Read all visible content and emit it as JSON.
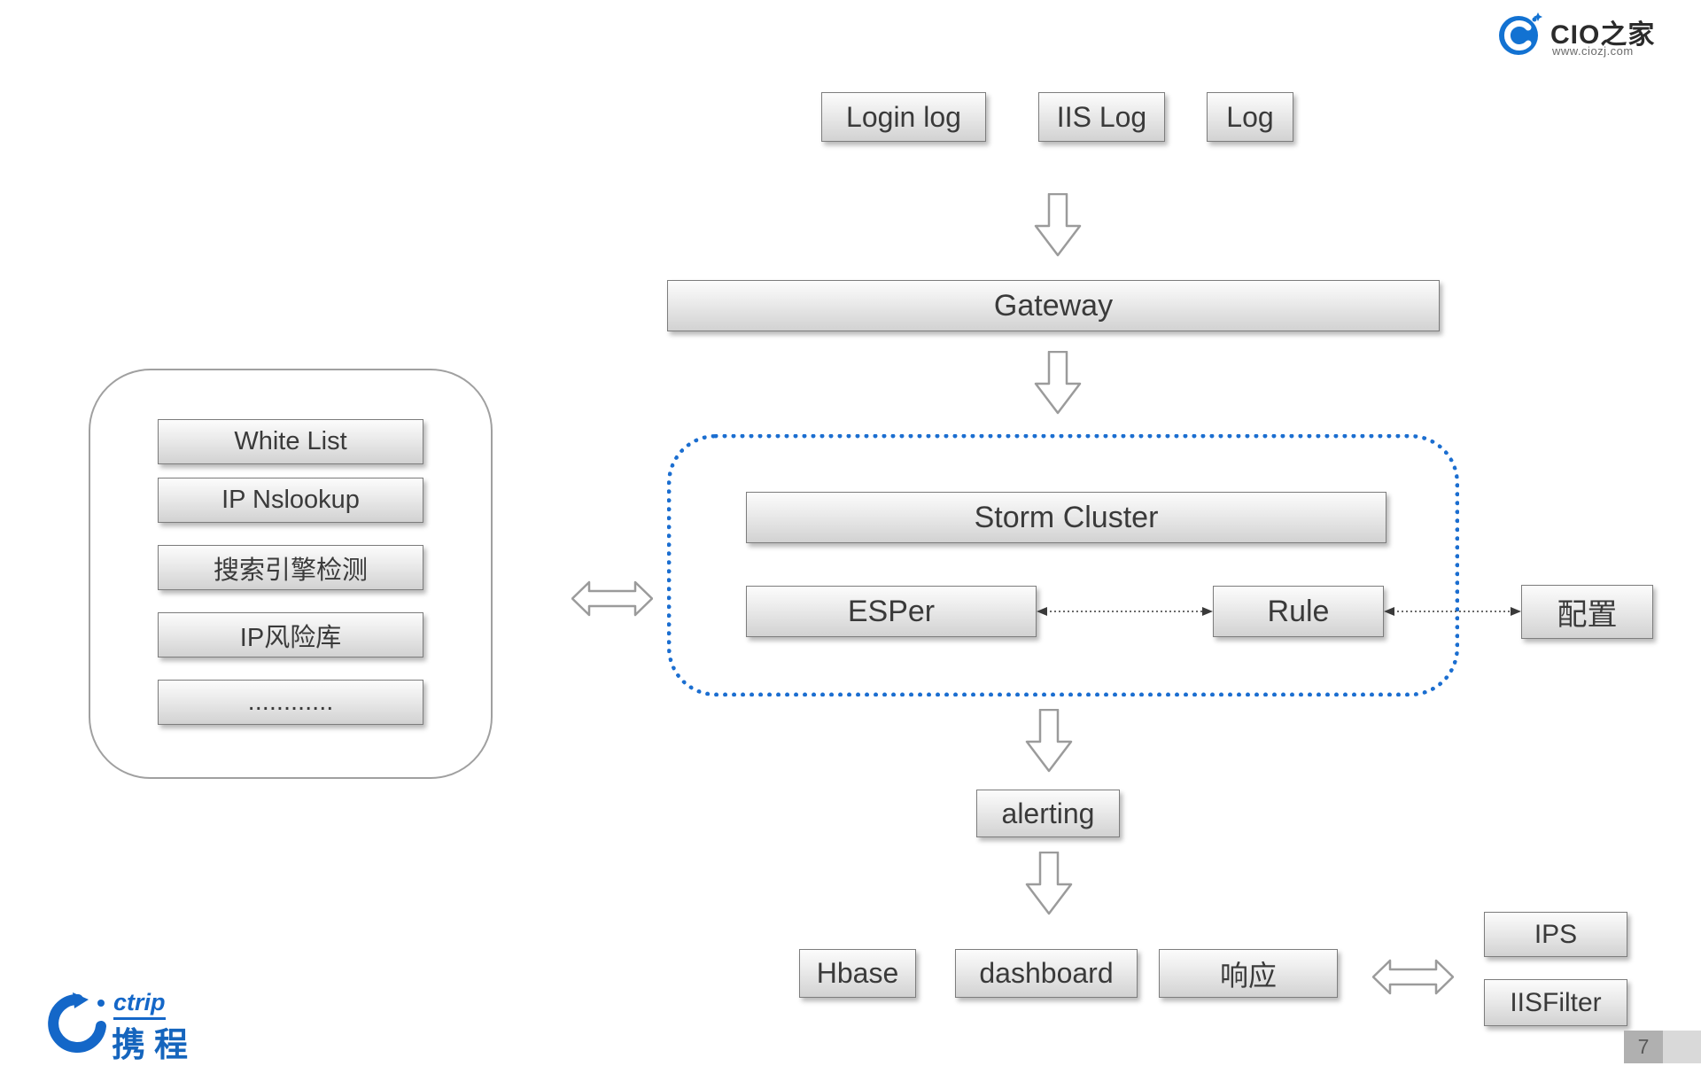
{
  "header": {
    "logo": {
      "title": "CIO之家",
      "subtitle": "www.ciozj.com"
    }
  },
  "sources": {
    "login_log": "Login log",
    "iis_log": "IIS Log",
    "log": "Log"
  },
  "gateway": {
    "label": "Gateway"
  },
  "storm_cluster": {
    "title": "Storm Cluster",
    "esper": "ESPer",
    "rule": "Rule"
  },
  "config": {
    "label": "配置"
  },
  "filters_panel": {
    "items": [
      "White List",
      "IP Nslookup",
      "搜索引擎检测",
      "IP风险库",
      "............"
    ]
  },
  "alerting": {
    "label": "alerting"
  },
  "outputs": {
    "hbase": "Hbase",
    "dashboard": "dashboard",
    "response": "响应"
  },
  "actions": {
    "ips": "IPS",
    "iisfilter": "IISFilter"
  },
  "footer": {
    "brand": "ctrip",
    "brand_cn": "携程",
    "page": "7"
  },
  "icons": {
    "flow_arrow": "down-block-arrow",
    "exchange_arrow": "double-block-arrow",
    "link_arrow": "dotted-double-arrow"
  },
  "colors": {
    "dotted_border": "#1b6ed0",
    "brand_blue": "#1467c8",
    "box_border": "#7d7d7d"
  }
}
